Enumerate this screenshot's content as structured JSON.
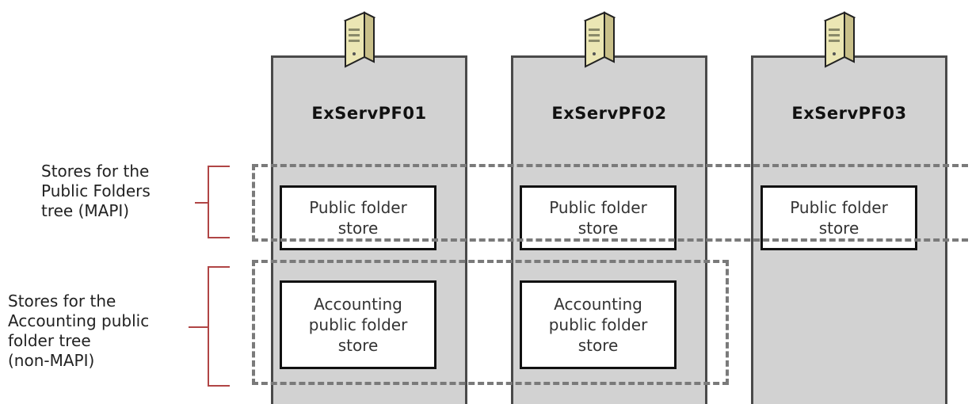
{
  "servers": [
    {
      "name": "ExServPF01",
      "stores": [
        "Public folder\nstore",
        "Accounting\npublic folder\nstore"
      ]
    },
    {
      "name": "ExServPF02",
      "stores": [
        "Public folder\nstore",
        "Accounting\npublic folder\nstore"
      ]
    },
    {
      "name": "ExServPF03",
      "stores": [
        "Public folder\nstore"
      ]
    }
  ],
  "groups": [
    {
      "label": "Stores for the\nPublic Folders\ntree (MAPI)"
    },
    {
      "label": "Stores for the\nAccounting public\nfolder tree\n(non-MAPI)"
    }
  ],
  "colors": {
    "column_fill": "#d2d2d2",
    "dashed_outline": "#7a7a7a",
    "brace": "#b04545"
  },
  "icons": [
    "server-tower-icon"
  ]
}
